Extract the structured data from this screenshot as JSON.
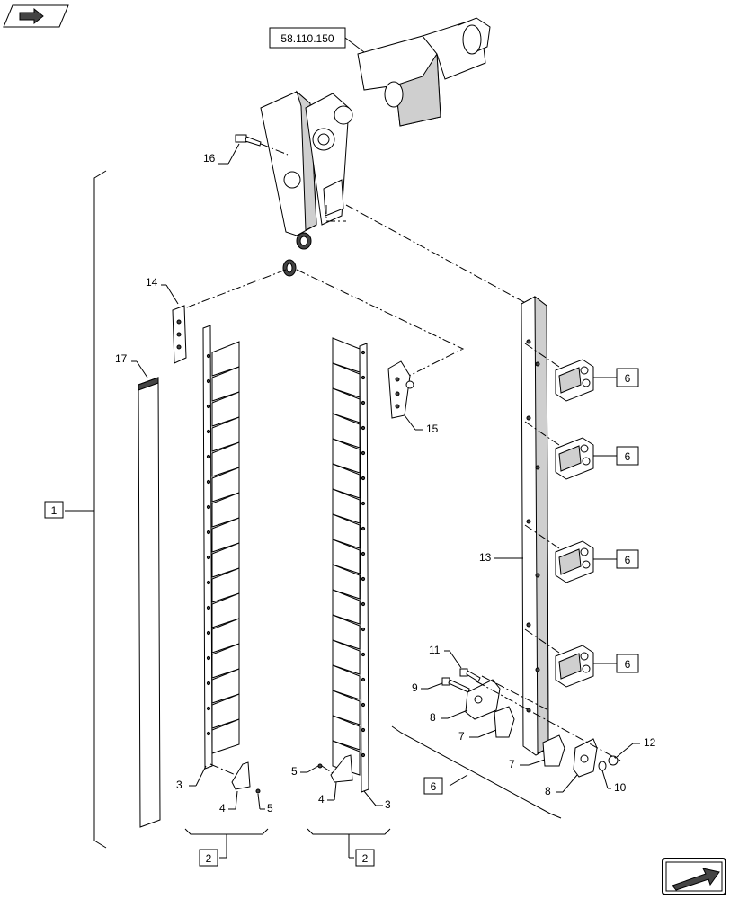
{
  "reference_code": "58.110.150",
  "callouts": {
    "c1": "1",
    "c2a": "2",
    "c2b": "2",
    "c3a": "3",
    "c3b": "3",
    "c4a": "4",
    "c4b": "4",
    "c5a": "5",
    "c5b": "5",
    "c6a": "6",
    "c6b": "6",
    "c6c": "6",
    "c6d": "6",
    "c6e": "6",
    "c7a": "7",
    "c7b": "7",
    "c8a": "8",
    "c8b": "8",
    "c9": "9",
    "c10": "10",
    "c11": "11",
    "c12": "12",
    "c13": "13",
    "c14": "14",
    "c15": "15",
    "c16": "16",
    "c17": "17"
  },
  "icons": {
    "top_left": "book-arrow-icon",
    "bottom_right": "next-page-arrow-icon"
  }
}
